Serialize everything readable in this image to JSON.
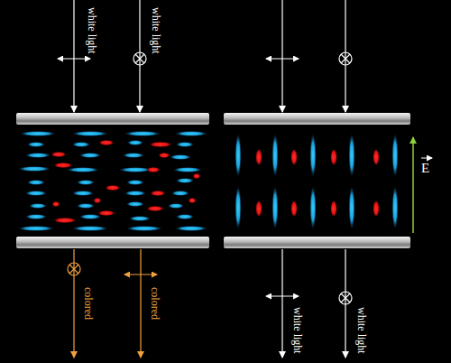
{
  "diagram": {
    "labels": [
      "white light",
      "white light",
      "colored",
      "colored",
      "white light",
      "white light",
      "E"
    ]
  }
}
